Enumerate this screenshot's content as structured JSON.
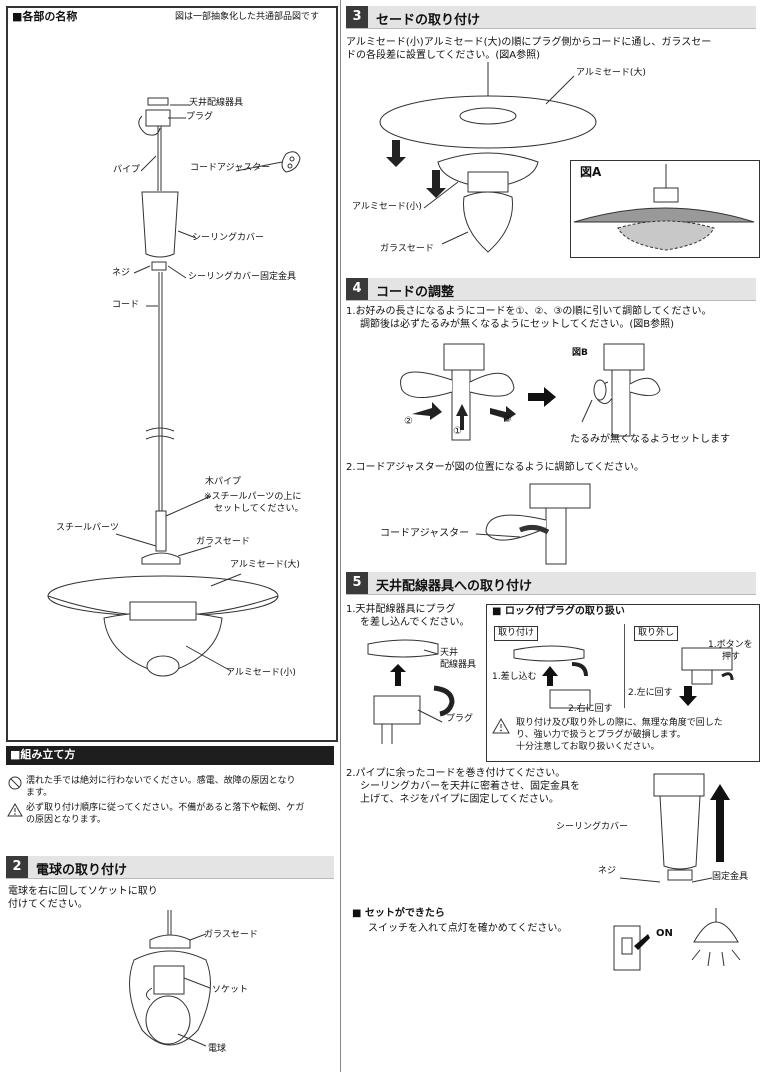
{
  "parts": {
    "title": "■各部の名称",
    "note": "図は一部抽象化した共通部品図です",
    "labels": {
      "ceiling_fixture": "天井配線器具",
      "plug": "プラグ",
      "pipe": "パイプ",
      "cord_adjuster": "コードアジャスター",
      "ceiling_cover": "シーリングカバー",
      "screw": "ネジ",
      "cover_bracket": "シーリングカバー固定金具",
      "cord": "コード",
      "wood_pipe": "木パイプ",
      "wood_pipe_note1": "※スチールパーツの上に",
      "wood_pipe_note2": "セットしてください。",
      "steel_parts": "スチールパーツ",
      "glass_shade": "ガラスセード",
      "alu_large": "アルミセード(大)",
      "alu_small": "アルミセード(小)"
    }
  },
  "assembly": {
    "title": "■組み立て方",
    "warn1_line1": "濡れた手では絶対に行わないでください。感電、故障の原因となり",
    "warn1_line2": "ます。",
    "warn2_line1": "必ず取り付け順序に従ってください。不備があると落下や転倒、ケガ",
    "warn2_line2": "の原因となります。"
  },
  "step2": {
    "num": "2",
    "title": "電球の取り付け",
    "text1": "電球を右に回してソケットに取り",
    "text2": "付けてください。",
    "glass_shade": "ガラスセード",
    "socket": "ソケット",
    "bulb": "電球"
  },
  "step3": {
    "num": "3",
    "title": "セードの取り付け",
    "text1": "アルミセード(小)アルミセード(大)の順にプラグ側からコードに通し、ガラスセー",
    "text2": "ドの各段差に設置してください。(図A参照)",
    "alu_large": "アルミセード(大)",
    "alu_small": "アルミセード(小)",
    "glass_shade": "ガラスセード",
    "fig_a": "図A"
  },
  "step4": {
    "num": "4",
    "title": "コードの調整",
    "text1": "1.お好みの長さになるようにコードを①、②、③の順に引いて調節してください。",
    "text2": "調節後は必ずたるみが無くなるようにセットしてください。(図B参照)",
    "fig_b": "図B",
    "mark1": "①",
    "mark2": "②",
    "mark3": "③",
    "no_slack": "たるみが無くなるようセットします",
    "text3": "2.コードアジャスターが図の位置になるように調節してください。",
    "cord_adjuster": "コードアジャスター"
  },
  "step5": {
    "num": "5",
    "title": "天井配線器具への取り付け",
    "text1": "1.天井配線器具にプラグ",
    "text2": "を差し込んでください。",
    "ceiling1": "天井",
    "ceiling2": "配線器具",
    "plug": "プラグ",
    "lock_title": "■ ロック付プラグの取り扱い",
    "attach": "取り付け",
    "detach": "取り外し",
    "insert": "1.差し込む",
    "turn_right": "2.右に回す",
    "push1": "1.ボタンを",
    "push2": "押す",
    "turn_left": "2.左に回す",
    "caution1": "取り付け及び取り外しの際に、無理な角度で回した",
    "caution2": "り、強い力で扱うとプラグが破損します。",
    "caution3": "十分注意してお取り扱いください。",
    "text3": "2.パイプに余ったコードを巻き付けてください。",
    "text4": "シーリングカバーを天井に密着させ、固定金具を",
    "text5": "上げて、ネジをパイプに固定してください。",
    "ceiling_cover": "シーリングカバー",
    "screw": "ネジ",
    "bracket": "固定金具"
  },
  "done": {
    "title": "■ セットができたら",
    "text": "スイッチを入れて点灯を確かめてください。",
    "on": "ON"
  }
}
